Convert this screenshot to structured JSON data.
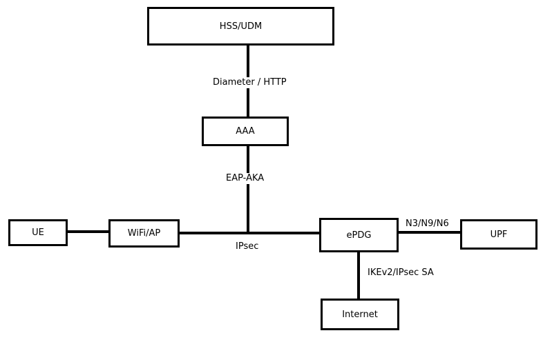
{
  "diagram": {
    "nodes": {
      "hss_udm": "HSS/UDM",
      "aaa": "AAA",
      "ue": "UE",
      "wifi_ap": "WiFi/AP",
      "epdg": "ePDG",
      "upf": "UPF",
      "internet": "Internet"
    },
    "links": {
      "hss_aaa": "Diameter / HTTP",
      "aaa_core": "EAP-AKA",
      "wifi_epdg": "IPsec",
      "epdg_upf": "N3/N9/N6",
      "epdg_internet": "IKEv2/IPsec SA"
    }
  }
}
